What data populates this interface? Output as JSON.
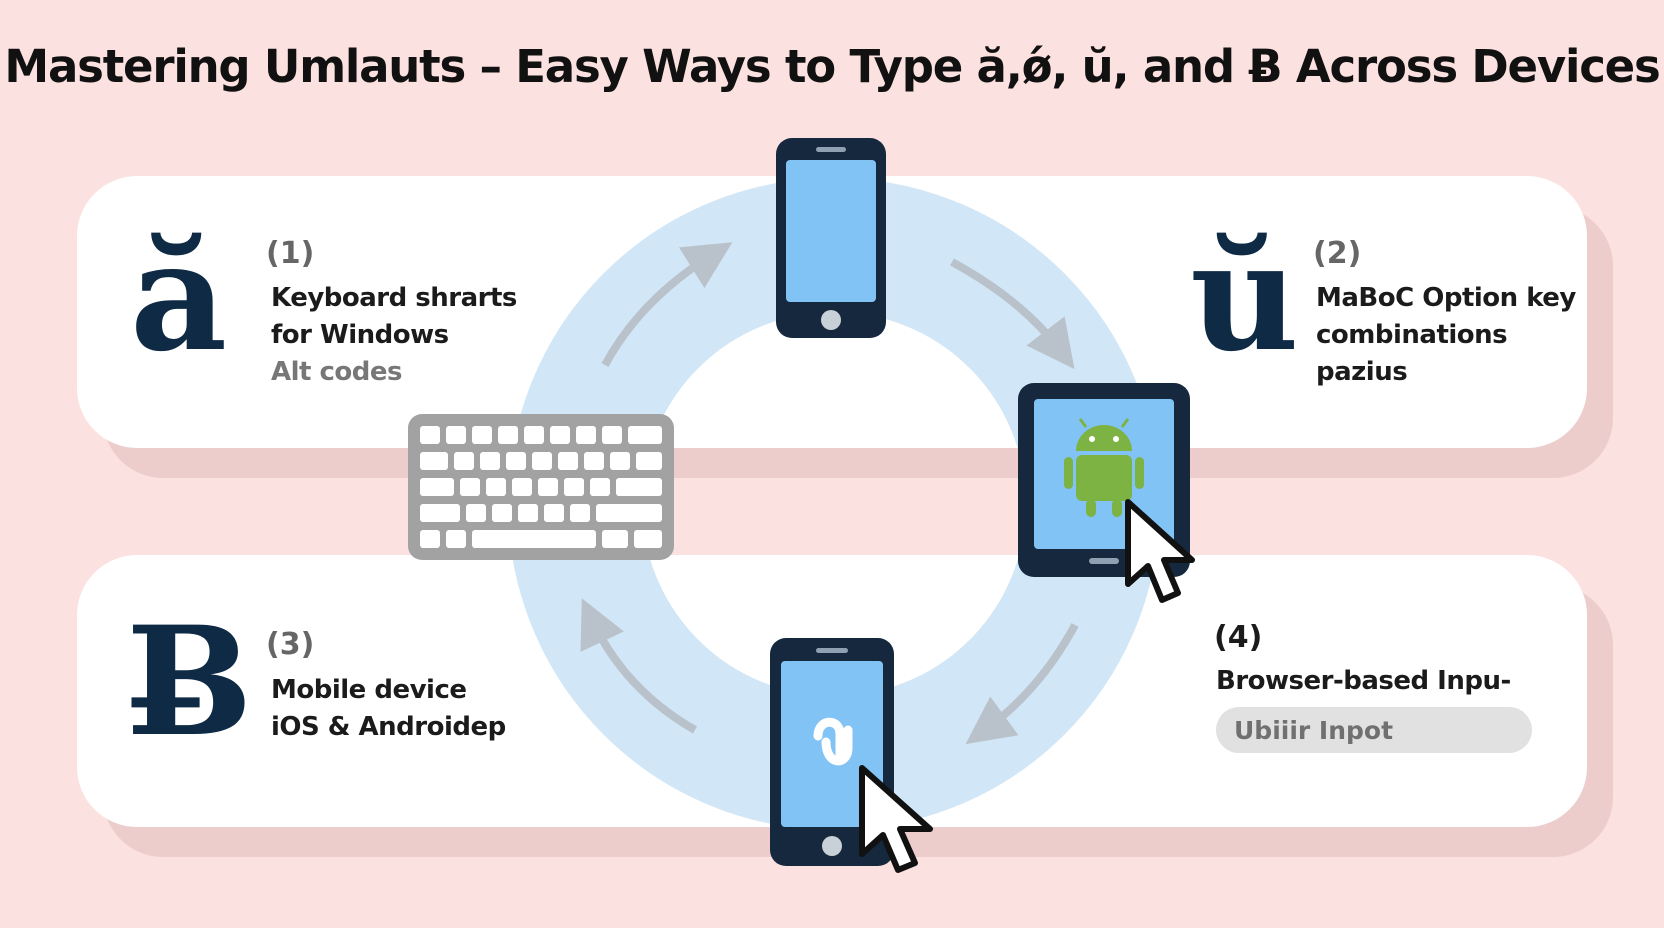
{
  "title": "Mastering Umlauts – Easy Ways to Type ă,ǿ, ŭ, and Ƀ Across Devices",
  "colors": {
    "background": "#fbe1df",
    "panel": "#ffffff",
    "ring": "#b0d4f0",
    "glyph": "#0e2a45",
    "screen": "#82c3f5",
    "android": "#7cb342",
    "keyboard": "#a2a2a2"
  },
  "methods": [
    {
      "glyph": "ă",
      "number": "(1)",
      "lines": [
        "Keyboard shrarts",
        "for Windows"
      ],
      "sub": "Alt codes"
    },
    {
      "glyph": "ŭ",
      "number": "(2)",
      "lines": [
        "MaBoC Option key",
        "combinations"
      ],
      "sub": "pazius"
    },
    {
      "glyph": "Ƀ",
      "number": "(3)",
      "lines": [
        "Mobile device",
        "iOS & Androidep"
      ],
      "sub": ""
    },
    {
      "glyph": "",
      "number": "(4)",
      "lines": [
        "Browser-based Inpu-"
      ],
      "input_text": "Ubiiir Inpot"
    }
  ],
  "icons": [
    "smartphone-icon",
    "tablet-android-icon",
    "smartphone-umlaut-icon",
    "keyboard-icon",
    "pointer-cursor-icon",
    "cycle-arrow-icon"
  ]
}
